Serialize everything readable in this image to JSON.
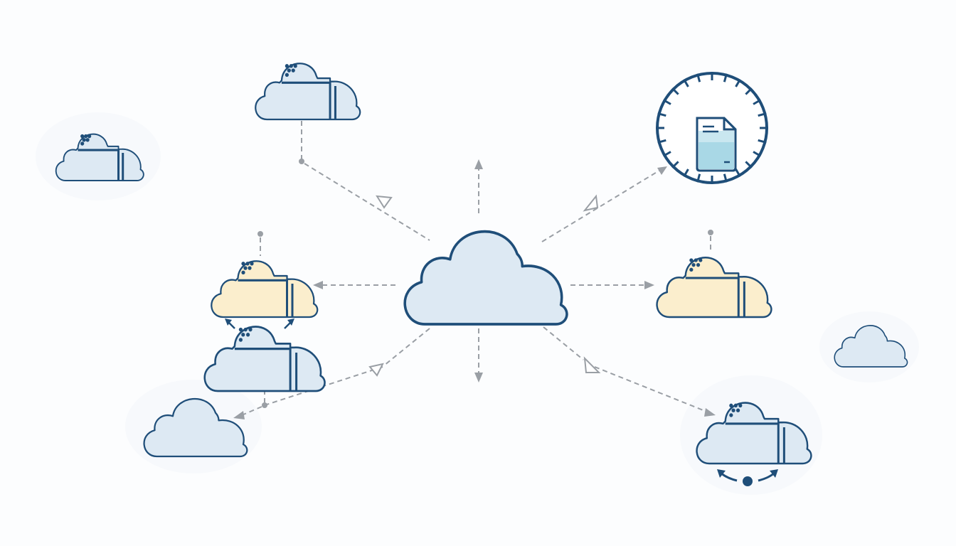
{
  "diagram": {
    "colors": {
      "stroke": "#1f4e79",
      "cloud_blue_fill": "#dde9f3",
      "cloud_yellow_fill": "#fbeecd",
      "connector": "#9a9fa5",
      "file_fill": "#a9d8e6"
    },
    "nodes": [
      {
        "id": "central-cloud",
        "kind": "cloud",
        "color": "blue"
      },
      {
        "id": "cloud-top-left-server",
        "kind": "server-cloud",
        "color": "blue"
      },
      {
        "id": "cloud-far-left-server",
        "kind": "server-cloud",
        "color": "blue"
      },
      {
        "id": "cloud-left-yellow-server",
        "kind": "server-cloud",
        "color": "yellow"
      },
      {
        "id": "cloud-left-blue-server",
        "kind": "server-cloud",
        "color": "blue"
      },
      {
        "id": "cloud-bottom-left",
        "kind": "cloud",
        "color": "blue"
      },
      {
        "id": "clock-file-node",
        "kind": "clock-with-file-icon"
      },
      {
        "id": "cloud-right-yellow-server",
        "kind": "server-cloud",
        "color": "yellow"
      },
      {
        "id": "cloud-far-right-small",
        "kind": "cloud",
        "color": "blue"
      },
      {
        "id": "cloud-bottom-right-server",
        "kind": "server-cloud",
        "color": "blue"
      }
    ],
    "edges": [
      {
        "from": "central-cloud",
        "to": "cloud-top-left-server",
        "style": "dashed"
      },
      {
        "from": "central-cloud",
        "to": "clock-file-node",
        "style": "dashed"
      },
      {
        "from": "central-cloud",
        "to": "cloud-left-yellow-server",
        "style": "dashed"
      },
      {
        "from": "central-cloud",
        "to": "cloud-right-yellow-server",
        "style": "dashed"
      },
      {
        "from": "central-cloud",
        "to": "cloud-bottom-left",
        "style": "dashed"
      },
      {
        "from": "central-cloud",
        "to": "cloud-bottom-right-server",
        "style": "dashed"
      },
      {
        "from": "central-cloud",
        "to": "up",
        "style": "dashed"
      },
      {
        "from": "central-cloud",
        "to": "down",
        "style": "dashed"
      }
    ]
  }
}
